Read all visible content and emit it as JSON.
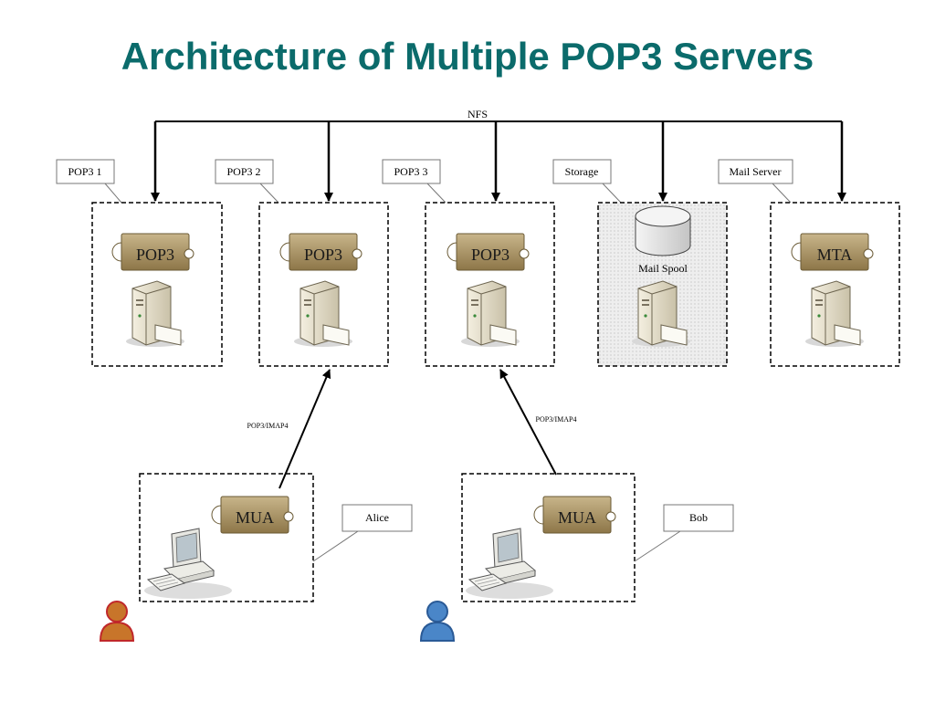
{
  "title": "Architecture of Multiple POP3 Servers",
  "bus_label": "NFS",
  "nodes": [
    {
      "label": "POP3 1",
      "component": "POP3"
    },
    {
      "label": "POP3 2",
      "component": "POP3"
    },
    {
      "label": "POP3 3",
      "component": "POP3"
    },
    {
      "label": "Storage",
      "component": "Mail Spool"
    },
    {
      "label": "Mail Server",
      "component": "MTA"
    }
  ],
  "clients": [
    {
      "label": "Alice",
      "component": "MUA",
      "protocol": "POP3/IMAP4"
    },
    {
      "label": "Bob",
      "component": "MUA",
      "protocol": "POP3/IMAP4"
    }
  ],
  "colors": {
    "title": "#0b6b6b",
    "plug_fill": "#a08a5a",
    "storage_fill": "#e6e6e6",
    "alice": "#c8752a",
    "bob": "#4a86c8"
  }
}
